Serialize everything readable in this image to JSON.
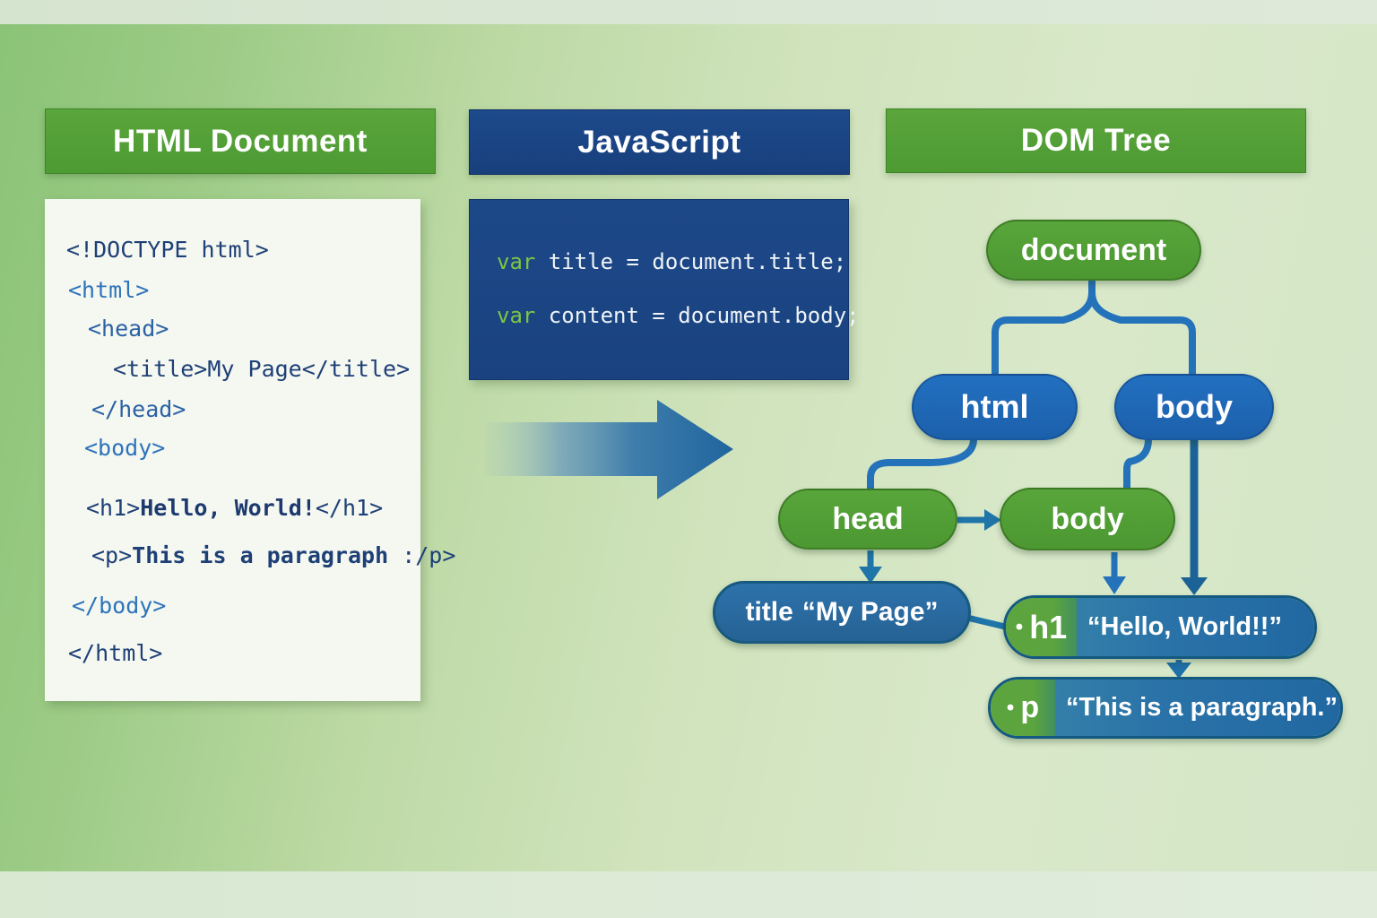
{
  "html_panel": {
    "header": "HTML Document",
    "lines": [
      {
        "gap": 0,
        "indent": 0,
        "segments": [
          {
            "style": "navy",
            "text": "<!DOCTYPE html>"
          }
        ]
      },
      {
        "gap": 15,
        "indent": 2,
        "segments": [
          {
            "style": "blue",
            "text": "<html>"
          }
        ]
      },
      {
        "gap": 13,
        "indent": 24,
        "segments": [
          {
            "style": "mid",
            "text": "<head>"
          }
        ]
      },
      {
        "gap": 15,
        "indent": 52,
        "segments": [
          {
            "style": "navy",
            "text": "<title>My Page</title>"
          }
        ]
      },
      {
        "gap": 15,
        "indent": 28,
        "segments": [
          {
            "style": "mid",
            "text": "</head>"
          }
        ]
      },
      {
        "gap": 13,
        "indent": 20,
        "segments": [
          {
            "style": "blue",
            "text": "<body>"
          }
        ]
      },
      {
        "gap": 37,
        "indent": 22,
        "segments": [
          {
            "style": "navy",
            "text": "<h1>"
          },
          {
            "style": "navy-bold",
            "text": "Hello, World!"
          },
          {
            "style": "navy",
            "text": "</h1>"
          }
        ]
      },
      {
        "gap": 23,
        "indent": 28,
        "segments": [
          {
            "style": "navy",
            "text": "<p>"
          },
          {
            "style": "navy-semi",
            "text": "This is a paragraph "
          },
          {
            "style": "navy",
            "text": ":/p>"
          }
        ]
      },
      {
        "gap": 26,
        "indent": 6,
        "segments": [
          {
            "style": "blue",
            "text": "</body>"
          }
        ]
      },
      {
        "gap": 23,
        "indent": 2,
        "segments": [
          {
            "style": "navy",
            "text": "</html>"
          }
        ]
      }
    ]
  },
  "js_panel": {
    "header": "JavaScript",
    "lines": [
      {
        "gap": 0,
        "segments": [
          {
            "style": "green",
            "text": "var"
          },
          {
            "style": "white",
            "text": " title = document.title;"
          }
        ]
      },
      {
        "gap": 26,
        "segments": [
          {
            "style": "green",
            "text": "var"
          },
          {
            "style": "white",
            "text": " content = document.body;"
          }
        ]
      }
    ]
  },
  "dom_tree": {
    "header": "DOM Tree",
    "nodes": {
      "document": "document",
      "html": "html",
      "body_blue": "body",
      "head": "head",
      "body_green": "body",
      "title_label": "title",
      "title_value": "“My Page”",
      "h1_bullet": "•",
      "h1_tag": "h1",
      "h1_value": "“Hello, World!!”",
      "p_bullet": "•",
      "p_tag": "p",
      "p_value": "“This is a paragraph.”"
    }
  },
  "colors": {
    "header_green": "#55a038",
    "header_navy": "#1b4586",
    "node_green": "#55a038",
    "node_blue": "#1f66b2",
    "leaf_pill_blue": "#2a6ca5",
    "leaf_pill_border": "#14597f",
    "connector_blue": "#2472ba",
    "connector_teal": "#1f74a8",
    "connector_dark": "#1d6296",
    "code_navy": "#1e4076",
    "code_blue": "#2d74ba",
    "var_green": "#7cc544",
    "background_green": "#aed395"
  }
}
